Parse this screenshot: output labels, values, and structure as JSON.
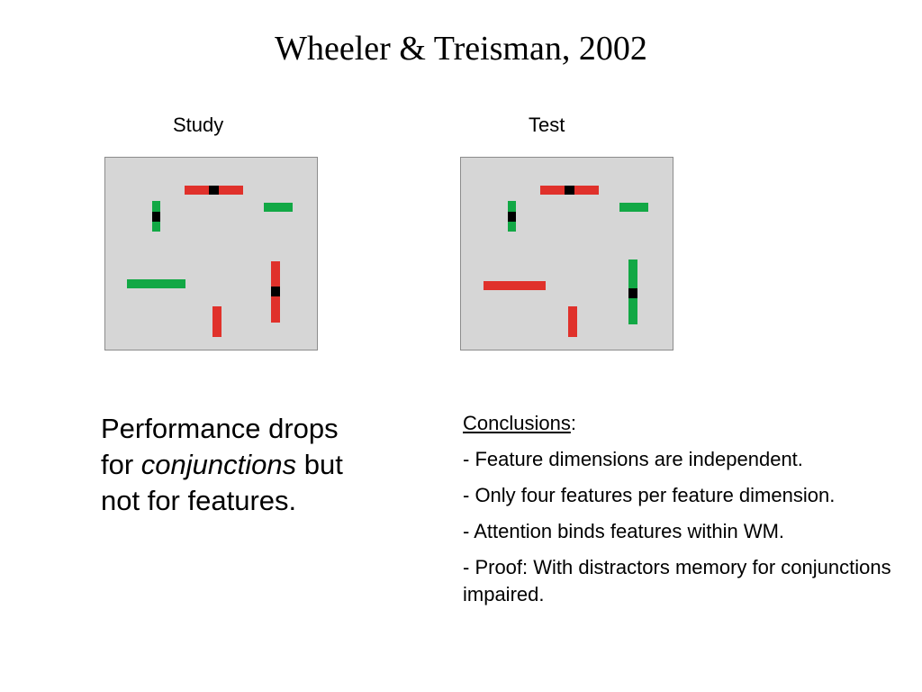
{
  "title": "Wheeler & Treisman, 2002",
  "study": {
    "label": "Study"
  },
  "test": {
    "label": "Test"
  },
  "colors": {
    "red": "#e0312b",
    "green": "#12a845",
    "black": "#000000",
    "panel": "#d6d6d6"
  },
  "performance": {
    "line1": "Performance drops",
    "line2_prefix": "for ",
    "line2_em": "conjunctions",
    "line2_suffix": " but",
    "line3": "not for features."
  },
  "conclusions": {
    "heading": "Conclusions",
    "heading_suffix": ":",
    "items": [
      "- Feature dimensions are independent.",
      "- Only four features per feature dimension.",
      "- Attention binds features within WM.",
      "- Proof: With distractors memory for conjunctions impaired."
    ]
  }
}
